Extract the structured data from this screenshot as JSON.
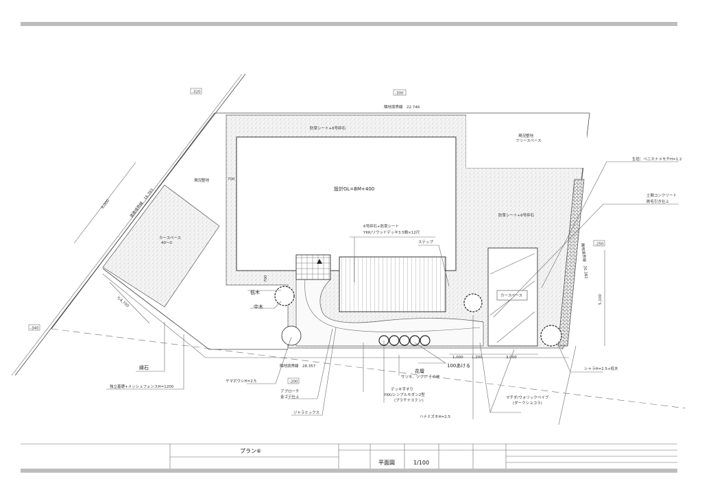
{
  "title_block": {
    "plan_name": "プラン⑥",
    "drawing_type": "平面図",
    "scale": "1/100"
  },
  "levels": [
    "-320",
    "-300",
    "-340",
    "-250",
    "-200"
  ],
  "boundaries": {
    "north": "隣地境界線　22.746",
    "south": "隣地境界線　28.357",
    "west": "道路境界線　16.765",
    "east": "隣地境界線　20.382"
  },
  "dimensions": {
    "west_depth": "6,000",
    "carport_diag": "ち4,700",
    "setback": "700",
    "deck_gap": "700",
    "east_height": "5,100",
    "bottom_1": "1,000",
    "bottom_2": "1,200",
    "bottom_3": "3,000"
  },
  "areas": {
    "gravel_north": "防草シート+6号砕石",
    "gravel_east": "防草シート+6号砕石",
    "existing_west": "現況整地",
    "existing_ne": "現況整地",
    "existing_ne_sub": "フリースペース",
    "house": "設計GL=BM+400",
    "carport_west": "カースペース",
    "carport_west_sub": "40〜0",
    "carport_east": "カースペース"
  },
  "callouts": {
    "deck_1": "6号砕石+防草シート",
    "deck_2": "YKK/リウッドデッキ3.5間×12尺",
    "step": "ステップ",
    "hedge": "生垣：ベニカナメモチH=1.2",
    "concrete_1": "土間コンクリート",
    "concrete_2": "刷毛引き仕上",
    "low_tree": "低木",
    "mid_tree": "中木",
    "curb": "縁石",
    "fence": "独立基礎+メッシュフェンスH=1200",
    "yamaboushi": "ヤマボウシH=2.5",
    "approach_1": "アプローチ",
    "approach_2": "金ゴテ仕上",
    "jaramix": "ジャラミックス",
    "flowerbed_1": "花壇",
    "flowerbed_2": "サツキ、ツツジ その他",
    "gap": "100あける",
    "handrail_1": "デッキ手すり",
    "handrail_2": "YKK/シンプルモダン2型",
    "handrail_3": "(プラチナステン)",
    "hanamizuki": "ハナミズキH=2.5",
    "paving_1": "マチダ/ウォリックペイブ",
    "paving_2": "(ダークショコラ)",
    "shara": "シャラH=2.5+低木"
  }
}
